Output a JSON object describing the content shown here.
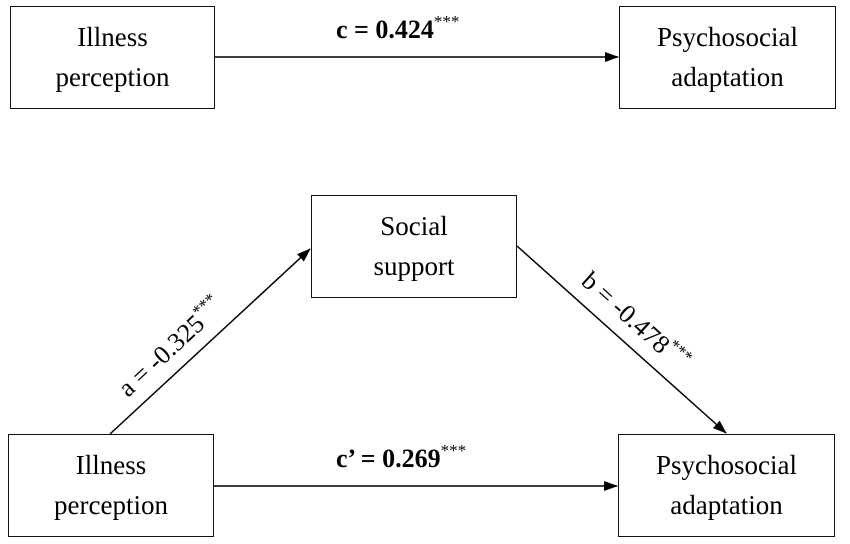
{
  "top": {
    "left_box": {
      "line1": "Illness",
      "line2": "perception"
    },
    "right_box": {
      "line1": "Psychosocial",
      "line2": "adaptation"
    },
    "c_path": {
      "label": "c = 0.424",
      "sig": "***"
    }
  },
  "bottom": {
    "mediator_box": {
      "line1": "Social",
      "line2": "support"
    },
    "left_box": {
      "line1": "Illness",
      "line2": "perception"
    },
    "right_box": {
      "line1": "Psychosocial",
      "line2": "adaptation"
    },
    "a_path": {
      "label": "a = -0.325",
      "sig": "***"
    },
    "b_path": {
      "label": "b = -0.478",
      "sig": "***"
    },
    "c_prime_path": {
      "label": "c’ = 0.269",
      "sig": "***"
    }
  }
}
